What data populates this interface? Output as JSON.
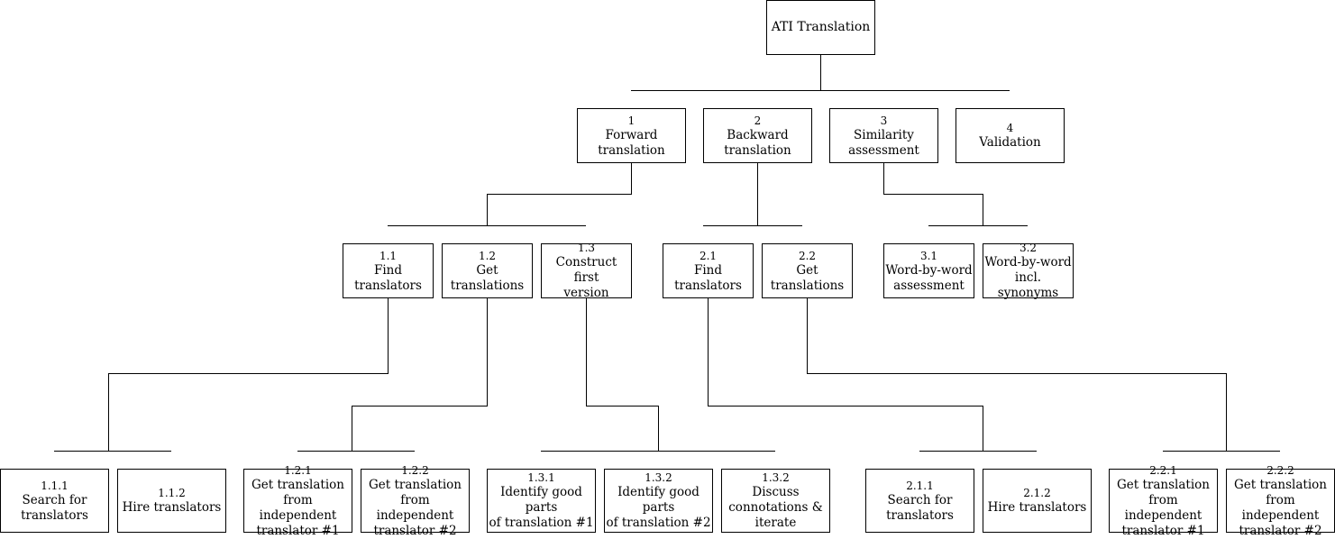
{
  "root": {
    "id": "",
    "label": "ATI Translation"
  },
  "nodes": [
    {
      "key": "n1",
      "id": "1",
      "label": "Forward\ntranslation"
    },
    {
      "key": "n2",
      "id": "2",
      "label": "Backward\ntranslation"
    },
    {
      "key": "n3",
      "id": "3",
      "label": "Similarity\nassessment"
    },
    {
      "key": "n4",
      "id": "4",
      "label": "Validation"
    },
    {
      "key": "n11",
      "id": "1.1",
      "label": "Find\ntranslators"
    },
    {
      "key": "n12",
      "id": "1.2",
      "label": "Get\ntranslations"
    },
    {
      "key": "n13",
      "id": "1.3",
      "label": "Construct first\nversion"
    },
    {
      "key": "n21",
      "id": "2.1",
      "label": "Find\ntranslators"
    },
    {
      "key": "n22",
      "id": "2.2",
      "label": "Get\ntranslations"
    },
    {
      "key": "n31",
      "id": "3.1",
      "label": "Word-by-word\nassessment"
    },
    {
      "key": "n32",
      "id": "3.2",
      "label": "Word-by-word\nincl. synonyms"
    },
    {
      "key": "n111",
      "id": "1.1.1",
      "label": "Search for\ntranslators"
    },
    {
      "key": "n112",
      "id": "1.1.2",
      "label": "Hire translators"
    },
    {
      "key": "n121",
      "id": "1.2.1",
      "label": "Get translation\nfrom independent\ntranslator #1"
    },
    {
      "key": "n122",
      "id": "1.2.2",
      "label": "Get translation\nfrom independent\ntranslator #2"
    },
    {
      "key": "n131",
      "id": "1.3.1",
      "label": "Identify good parts\nof translation #1"
    },
    {
      "key": "n132",
      "id": "1.3.2",
      "label": "Identify good parts\nof translation #2"
    },
    {
      "key": "n133",
      "id": "1.3.2",
      "label": "Discuss\nconnotations &\niterate"
    },
    {
      "key": "n211",
      "id": "2.1.1",
      "label": "Search for\ntranslators"
    },
    {
      "key": "n212",
      "id": "2.1.2",
      "label": "Hire translators"
    },
    {
      "key": "n221",
      "id": "2.2.1",
      "label": "Get translation\nfrom independent\ntranslator #1"
    },
    {
      "key": "n222",
      "id": "2.2.2",
      "label": "Get translation\nfrom independent\ntranslator #2"
    }
  ]
}
